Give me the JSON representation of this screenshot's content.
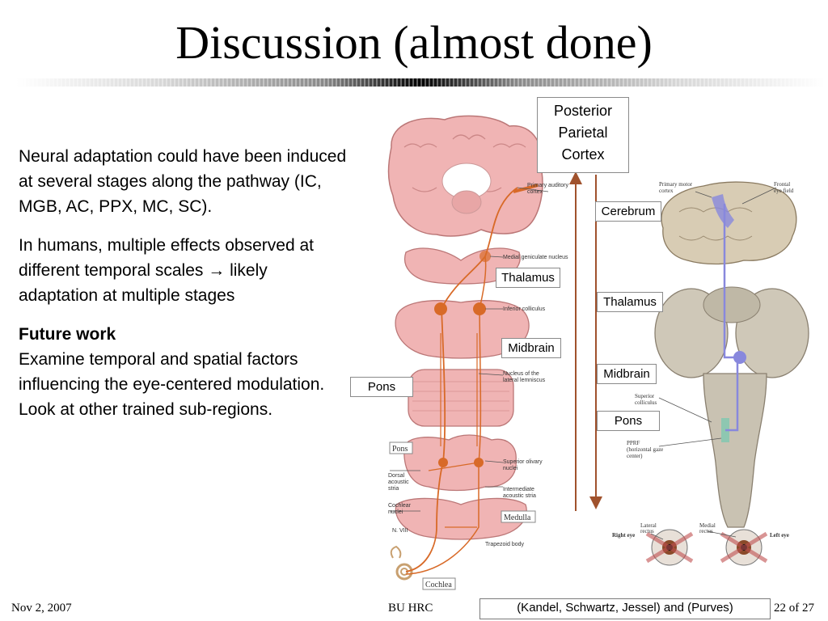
{
  "slide": {
    "title": "Discussion (almost done)"
  },
  "body": {
    "para1": "Neural adaptation could have been induced at several stages along the pathway (IC, MGB, AC, PPX, MC, SC).",
    "para2_a": "In humans, multiple effects observed at different temporal scales ",
    "para2_arrow": "→",
    "para2_b": " likely adaptation at multiple stages",
    "future_heading": "Future work",
    "future_line1": "Examine temporal and spatial factors influencing the eye-centered modulation.",
    "future_line2": "Look at other trained sub-regions."
  },
  "figure": {
    "boxes": {
      "ppc": [
        "Posterior",
        "Parietal",
        "Cortex"
      ],
      "cerebrum": "Cerebrum",
      "thalamus_left": "Thalamus",
      "thalamus_right": "Thalamus",
      "midbrain_left": "Midbrain",
      "midbrain_right": "Midbrain",
      "pons_left": "Pons",
      "pons_right": "Pons"
    },
    "auditory_labels": {
      "primary_auditory": [
        "Primary auditory",
        "cortex"
      ],
      "mgn": "Medial geniculate nucleus",
      "ic": "Inferior colliculus",
      "nll": [
        "Nucleus of the",
        "lateral lemniscus"
      ],
      "pons_tag": "Pons",
      "son": [
        "Superior olivary",
        "nuclei"
      ],
      "das": [
        "Dorsal",
        "acoustic",
        "stria"
      ],
      "ias": [
        "Intermediate",
        "acoustic stria"
      ],
      "cn": [
        "Cochlear",
        "nuclei"
      ],
      "medulla": "Medulla",
      "n8": "N. VIII",
      "trapezoid": "Trapezoid body",
      "cochlea": "Cochlea"
    },
    "oculomotor_labels": {
      "pmc": [
        "Primary motor",
        "cortex"
      ],
      "fef": [
        "Frontal",
        "eye field"
      ],
      "sc": [
        "Superior",
        "colliculus"
      ],
      "pprf": [
        "PPRF",
        "(horizontal gaze",
        "center)"
      ],
      "right_eye": "Right eye",
      "left_eye": "Left eye",
      "lateral_rectus": [
        "Lateral",
        "rectus"
      ],
      "medial_rectus": [
        "Medial",
        "rectus"
      ]
    },
    "colors": {
      "auditory_tissue": "#f0b4b4",
      "auditory_pathway": "#d86a28",
      "arrow": "#a0522d",
      "brain_tissue": "#d7cec0",
      "oculomotor_highlight": "#8888dd"
    }
  },
  "footer": {
    "date": "Nov  2, 2007",
    "org": "BU HRC",
    "citation": "(Kandel, Schwartz, Jessel) and (Purves)",
    "page": "22 of 27"
  }
}
